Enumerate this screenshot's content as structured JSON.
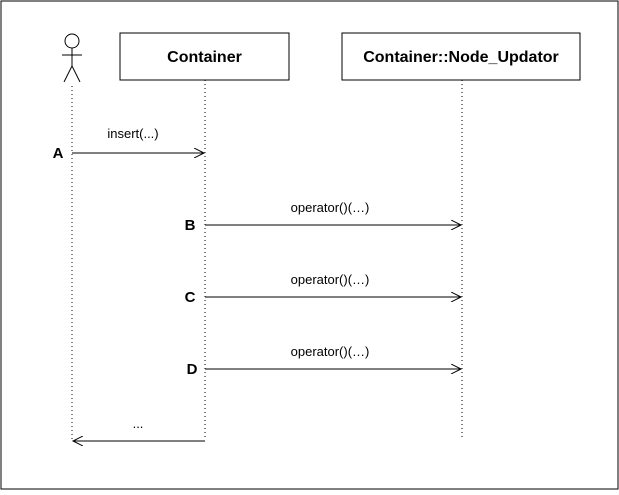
{
  "participants": [
    {
      "id": "actor",
      "kind": "actor",
      "label": ""
    },
    {
      "id": "container",
      "kind": "object",
      "label": "Container"
    },
    {
      "id": "updator",
      "kind": "object",
      "label": "Container::Node_Updator"
    }
  ],
  "messages": [
    {
      "step": "A",
      "label": "insert(...)",
      "from": "actor",
      "to": "container",
      "direction": "right"
    },
    {
      "step": "B",
      "label": "operator()(…)",
      "from": "container",
      "to": "updator",
      "direction": "right"
    },
    {
      "step": "C",
      "label": "operator()(…)",
      "from": "container",
      "to": "updator",
      "direction": "right"
    },
    {
      "step": "D",
      "label": "operator()(…)",
      "from": "container",
      "to": "updator",
      "direction": "right"
    },
    {
      "step": "",
      "label": "...",
      "from": "container",
      "to": "actor",
      "direction": "left"
    }
  ]
}
